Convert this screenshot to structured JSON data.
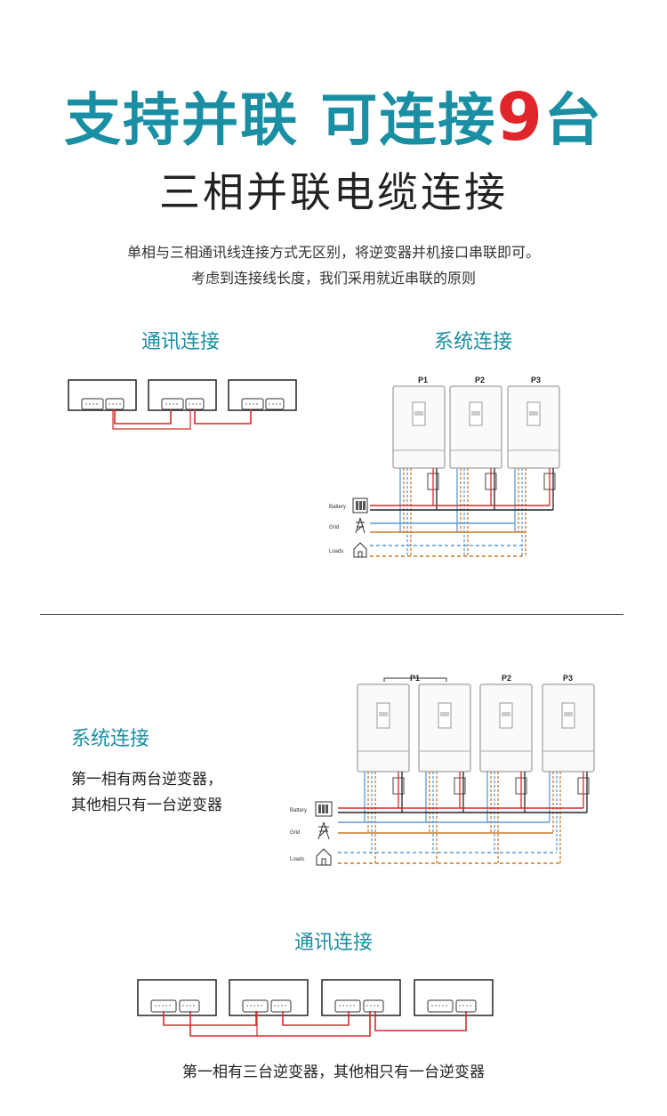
{
  "header": {
    "title_part1": "支持并联 可连接",
    "title_number": "9",
    "title_part2": "台",
    "subtitle": "三相并联电缆连接",
    "desc_line1": "单相与三相通讯线连接方式无区别，将逆变器并机接口串联即可。",
    "desc_line2": "考虑到连接线长度，我们采用就近串联的原则"
  },
  "section1": {
    "comm_title": "通讯连接",
    "system_title": "系统连接",
    "inverter_labels": [
      "P1",
      "P2",
      "P3"
    ],
    "legend": {
      "battery": "Battery",
      "grid": "Grid",
      "loads": "Loads"
    }
  },
  "section2": {
    "system_title": "系统连接",
    "text_line1": "第一相有两台逆变器，",
    "text_line2": "其他相只有一台逆变器",
    "inverter_labels": [
      "P1",
      "P2",
      "P3"
    ],
    "legend": {
      "battery": "Battery",
      "grid": "Grid",
      "loads": "Loads"
    },
    "comm_title": "通讯连接",
    "caption": "第一相有三台逆变器，其他相只有一台逆变器"
  },
  "colors": {
    "accent": "#1a8fa3",
    "highlight": "#e0262a",
    "battery_pos": "#d62b2b",
    "battery_neg": "#222222",
    "grid_line": "#5b9bd5",
    "load_line": "#c9782a"
  }
}
